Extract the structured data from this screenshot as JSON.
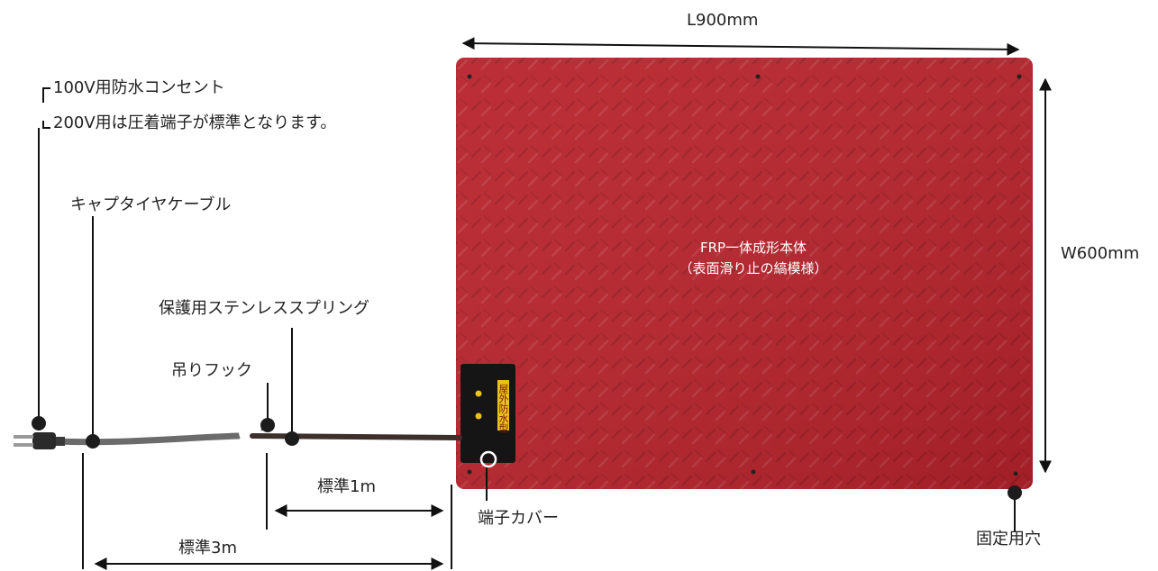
{
  "colors": {
    "panel": "#b8232c",
    "panel_dark": "#8e1b22",
    "cable": "#6b6b6b",
    "callout_dot": "#1c1c1c",
    "label_text": "#222222",
    "arrow": "#111111",
    "terminal_box": "#151515",
    "terminal_label": "#e8c21a"
  },
  "dimensions": {
    "length": "L900mm",
    "width": "W600mm",
    "cable_1m": "標準1m",
    "cable_3m": "標準3m"
  },
  "panel": {
    "line1": "FRP一体成形本体",
    "line2": "（表面滑り止の縞模様）"
  },
  "callouts": {
    "outlet_100v": "100V用防水コンセント",
    "outlet_200v": "200V用は圧着端子が標準となります。",
    "cabtire": "キャプタイヤケーブル",
    "spring": "保護用ステンレススプリング",
    "hook": "吊りフック",
    "terminal_cover": "端子カバー",
    "fixing_hole": "固定用穴"
  },
  "terminal_box_label": "屋外防水型"
}
